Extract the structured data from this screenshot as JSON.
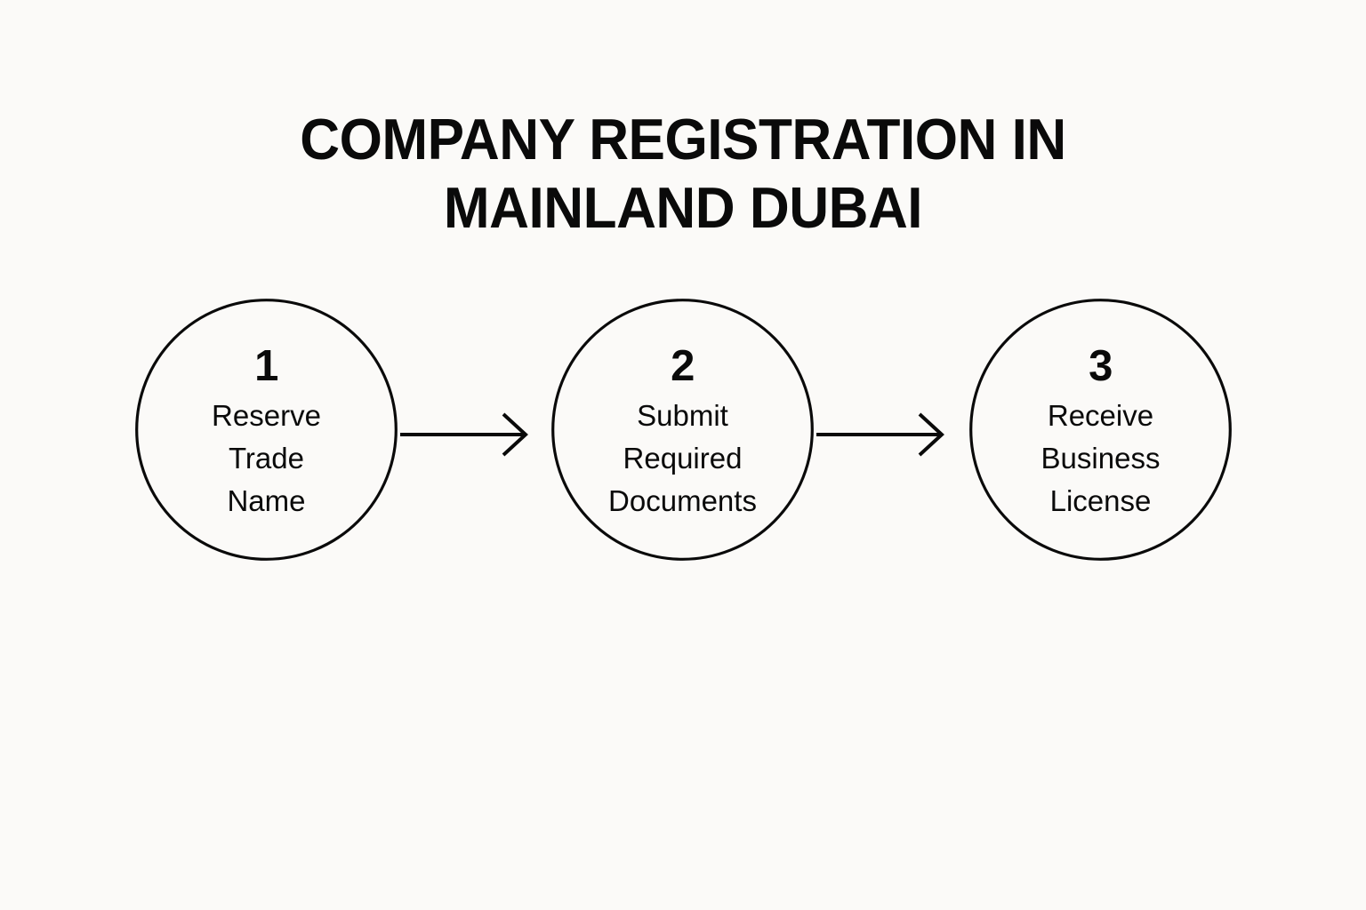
{
  "page": {
    "background_color": "#fbfaf8",
    "ink_color": "#0a0a0a"
  },
  "title": {
    "line1": "COMPANY REGISTRATION IN",
    "line2": "MAINLAND DUBAI",
    "full": "COMPANY REGISTRATION IN MAINLAND DUBAI"
  },
  "flow": {
    "steps": [
      {
        "number": "1",
        "label": "Reserve\nTrade\nName"
      },
      {
        "number": "2",
        "label": "Submit\nRequired\nDocuments"
      },
      {
        "number": "3",
        "label": "Receive\nBusiness\nLicense"
      }
    ],
    "connectors": [
      {
        "name": "arrow-right-icon",
        "from": "1",
        "to": "2"
      },
      {
        "name": "arrow-right-icon",
        "from": "2",
        "to": "3"
      }
    ]
  }
}
